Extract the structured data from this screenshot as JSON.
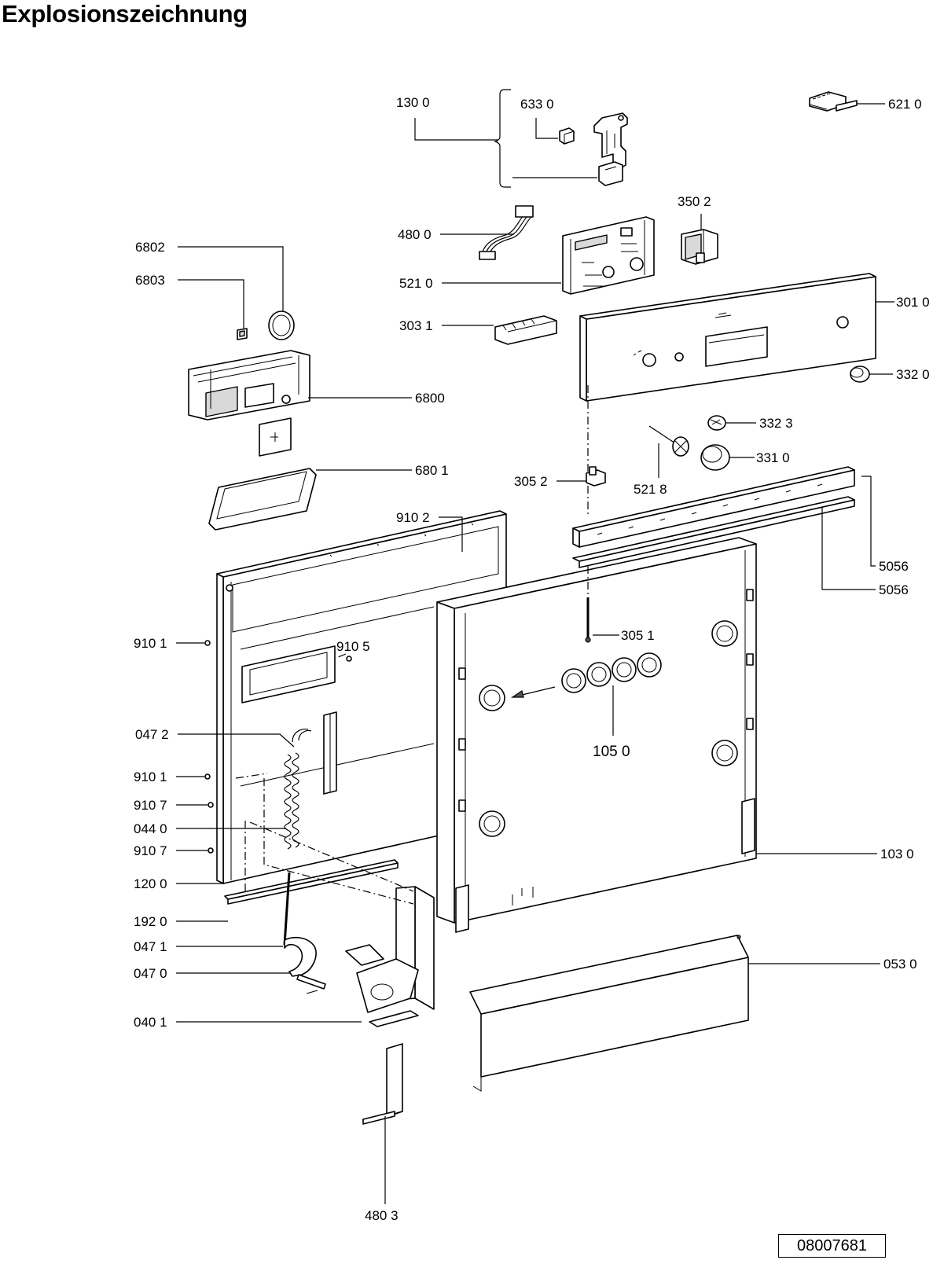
{
  "title": "Explosionszeichnung",
  "document_number": "08007681",
  "labels": {
    "l1300": "130 0",
    "l6330": "633 0",
    "l6210": "621 0",
    "l3502": "350 2",
    "l4800": "480 0",
    "l5210": "521 0",
    "l3010": "301 0",
    "l3031": "303 1",
    "l3320": "332 0",
    "l6802": "6802",
    "l6803": "6803",
    "l6800": "6800",
    "l3323": "332 3",
    "l3310": "331 0",
    "l3052": "305 2",
    "l5218": "521 8",
    "l6801": "680 1",
    "l9102": "910 2",
    "l5056a": "5056",
    "l5056b": "5056",
    "l3051": "305 1",
    "l9101a": "910 1",
    "l9105": "910 5",
    "l1050": "105 0",
    "l0472": "047 2",
    "l9101b": "910 1",
    "l9107a": "910 7",
    "l0440": "044 0",
    "l9107b": "910 7",
    "l1030": "103 0",
    "l1200": "120 0",
    "l1920": "192 0",
    "l0471": "047 1",
    "l0470": "047 0",
    "l0530": "053 0",
    "l0401": "040 1",
    "l4803": "480 3"
  }
}
